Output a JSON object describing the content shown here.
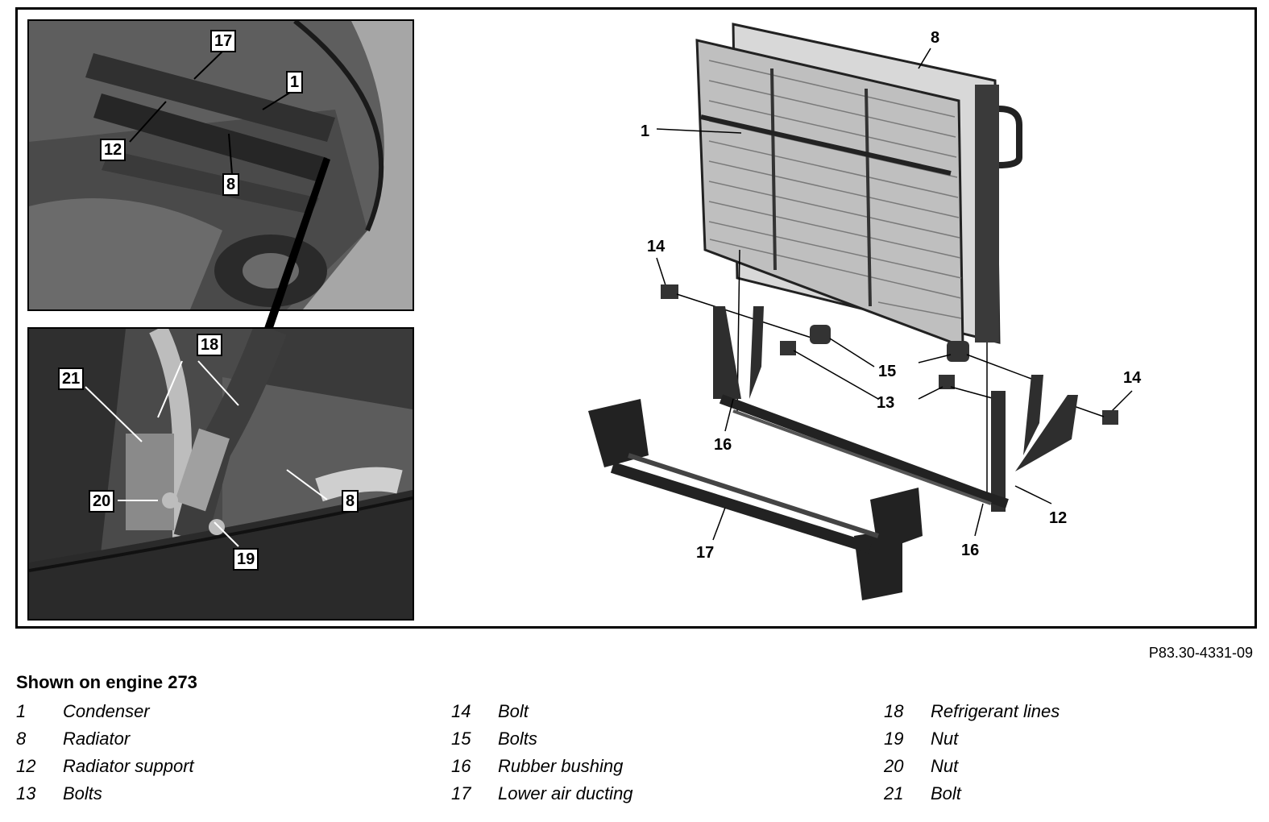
{
  "figure_code": "P83.30-4331-09",
  "legend_title": "Shown on engine 273",
  "callouts": {
    "top_photo": [
      "17",
      "1",
      "12",
      "8"
    ],
    "bottom_photo": [
      "18",
      "21",
      "20",
      "8",
      "19"
    ],
    "exploded": [
      "8",
      "1",
      "14",
      "15",
      "13",
      "16",
      "14",
      "12",
      "16",
      "17"
    ]
  },
  "legend": {
    "col1": [
      {
        "num": "1",
        "text": "Condenser"
      },
      {
        "num": "8",
        "text": "Radiator"
      },
      {
        "num": "12",
        "text": "Radiator support"
      },
      {
        "num": "13",
        "text": "Bolts"
      }
    ],
    "col2": [
      {
        "num": "14",
        "text": "Bolt"
      },
      {
        "num": "15",
        "text": "Bolts"
      },
      {
        "num": "16",
        "text": "Rubber bushing"
      },
      {
        "num": "17",
        "text": "Lower air ducting"
      }
    ],
    "col3": [
      {
        "num": "18",
        "text": "Refrigerant lines"
      },
      {
        "num": "19",
        "text": "Nut"
      },
      {
        "num": "20",
        "text": "Nut"
      },
      {
        "num": "21",
        "text": "Bolt"
      }
    ]
  }
}
